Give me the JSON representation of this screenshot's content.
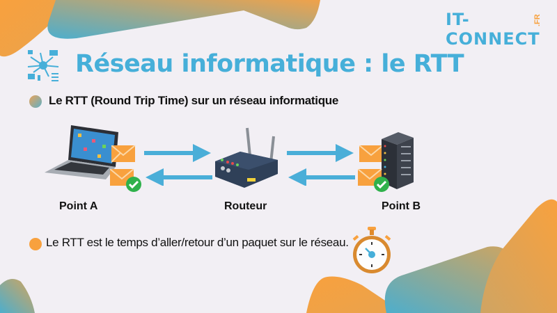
{
  "logo": {
    "main": "IT-CONNECT",
    "suffix": ".FR"
  },
  "header": {
    "title": "Réseau informatique : le RTT",
    "icon": "network-chip-icon"
  },
  "section": {
    "subtitle": "Le RTT (Round Trip Time) sur un réseau informatique"
  },
  "diagram": {
    "nodes": [
      {
        "id": "point-a",
        "label": "Point A",
        "icon": "laptop-icon"
      },
      {
        "id": "router",
        "label": "Routeur",
        "icon": "router-icon"
      },
      {
        "id": "point-b",
        "label": "Point B",
        "icon": "server-icon"
      }
    ],
    "arrows": [
      {
        "from": "point-a",
        "to": "router",
        "direction": "right"
      },
      {
        "from": "router",
        "to": "point-a",
        "direction": "left"
      },
      {
        "from": "router",
        "to": "point-b",
        "direction": "right"
      },
      {
        "from": "point-b",
        "to": "router",
        "direction": "left"
      }
    ],
    "packets": [
      "envelope-icon",
      "envelope-check-icon"
    ]
  },
  "note": {
    "text": "Le  RTT est le temps d’aller/retour d’un paquet sur le réseau.",
    "icon": "stopwatch-icon"
  },
  "colors": {
    "blue": "#46afd9",
    "orange": "#f8a13e",
    "green": "#2fb14b",
    "background": "#f2eff4"
  }
}
